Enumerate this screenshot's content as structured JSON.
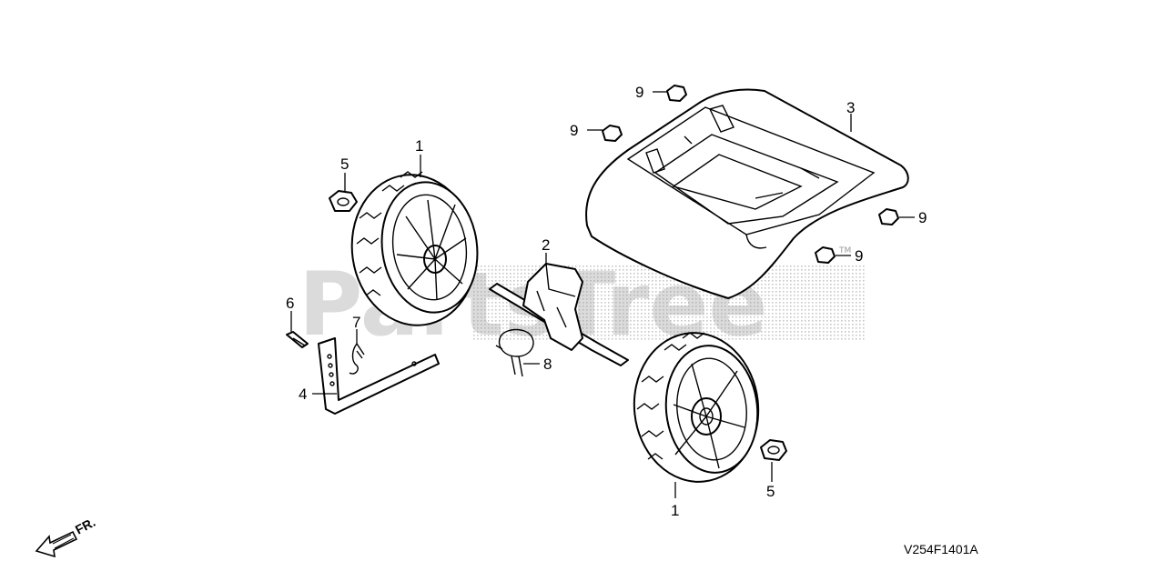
{
  "diagram": {
    "watermark": "PartsTree",
    "trademark": "TM",
    "drawing_code": "V254F1401A",
    "direction_label": "FR.",
    "callouts": {
      "c1_top": "1",
      "c1_bottom": "1",
      "c2": "2",
      "c3": "3",
      "c4": "4",
      "c5_top": "5",
      "c5_bottom": "5",
      "c6": "6",
      "c7": "7",
      "c8": "8",
      "c9_a": "9",
      "c9_b": "9",
      "c9_c": "9",
      "c9_d": "9"
    },
    "parts": [
      "front-wheel",
      "wheel-axle-bracket",
      "front-cover",
      "height-adjust-plate",
      "wheel-nut",
      "bolt",
      "hair-pin-clip",
      "clamp-spring",
      "flange-nut"
    ]
  }
}
